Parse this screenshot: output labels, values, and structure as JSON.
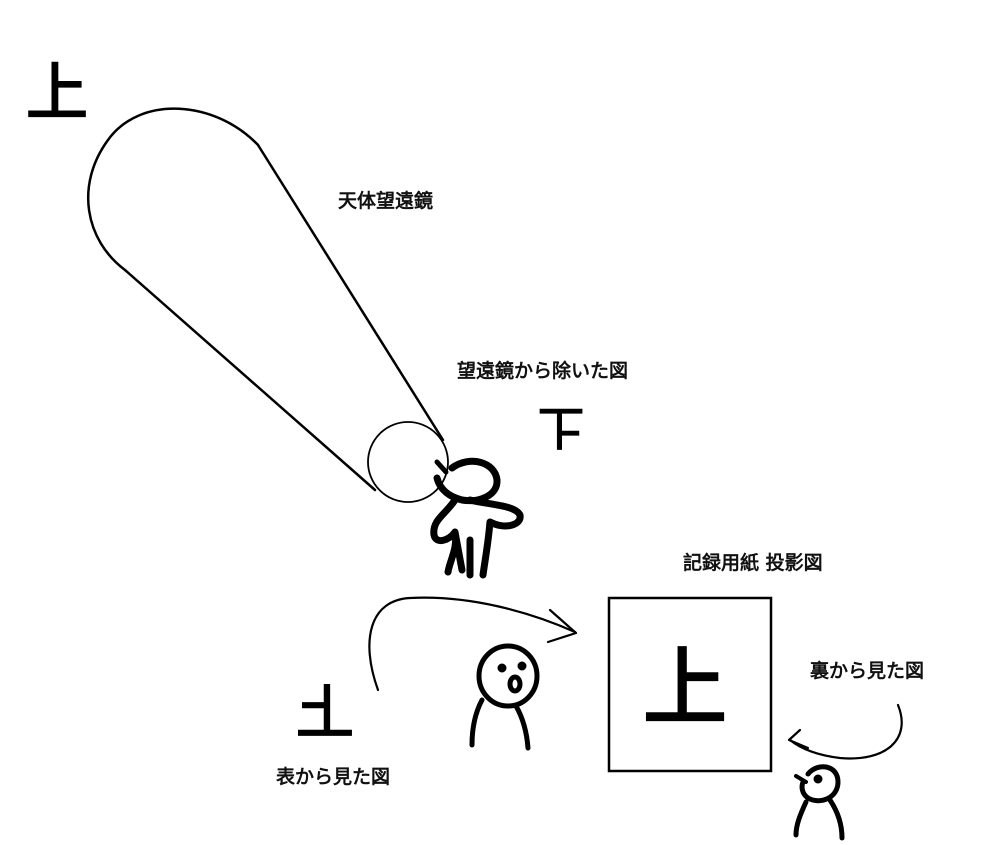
{
  "labels": {
    "telescope": "天体望遠鏡",
    "eyepiece_view": "望遠鏡から除いた図",
    "recording_paper": "記録用紙 投影図",
    "view_from_back": "裏から見た図",
    "view_from_front": "表から見た図"
  },
  "glyphs": {
    "sun_top": "上",
    "eyepiece_image": "上",
    "paper_center": "上",
    "front_view": "上"
  }
}
